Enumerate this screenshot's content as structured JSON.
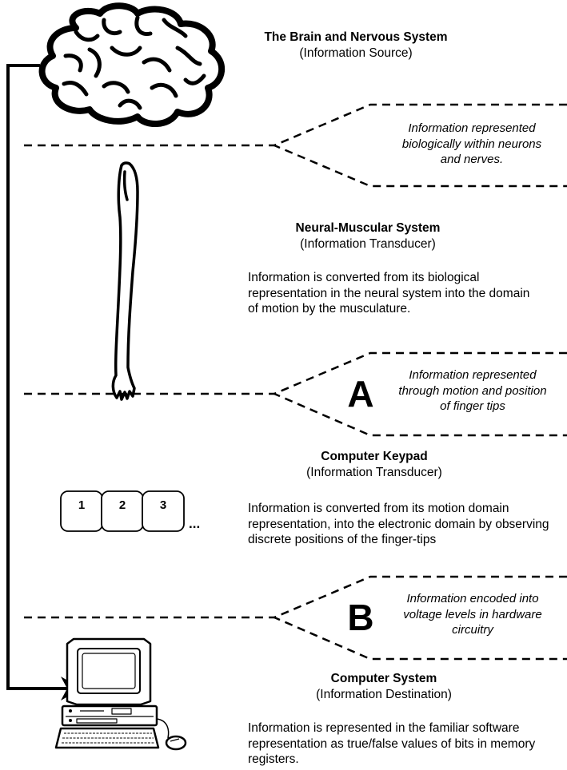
{
  "brain": {
    "title": "The Brain and Nervous System",
    "subtitle": "(Information Source)"
  },
  "transition_neural": {
    "note": "Information represented biologically within neurons and nerves."
  },
  "neural_muscular": {
    "title": "Neural-Muscular System",
    "subtitle": "(Information Transducer)",
    "description": "Information is converted from its biological representation in the neural system into the domain of motion by the musculature."
  },
  "transition_a": {
    "label": "A",
    "note": "Information represented through motion and position of finger tips"
  },
  "keypad": {
    "title": "Computer Keypad",
    "subtitle": "(Information Transducer)",
    "description": "Information is converted from its motion domain representation, into the electronic domain by observing discrete positions of the finger-tips",
    "keys": [
      "1",
      "2",
      "3"
    ],
    "ellipsis": "..."
  },
  "transition_b": {
    "label": "B",
    "note": "Information encoded into voltage levels in hardware circuitry"
  },
  "computer": {
    "title": "Computer System",
    "subtitle": "(Information Destination)",
    "description": "Information is represented in the familiar software representation as true/false values of bits in memory registers."
  }
}
